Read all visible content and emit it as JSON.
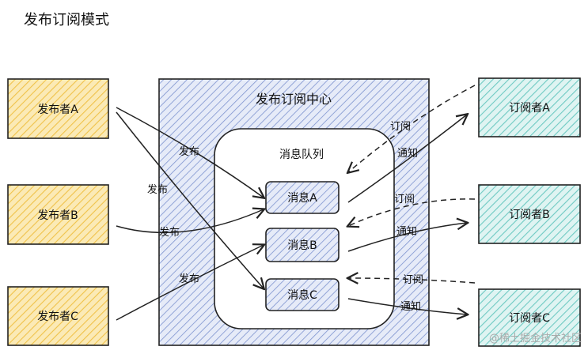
{
  "title": "发布订阅模式",
  "center": {
    "title": "发布订阅中心",
    "queue_title": "消息队列",
    "messages": [
      "消息A",
      "消息B",
      "消息C"
    ]
  },
  "publishers": [
    "发布者A",
    "发布者B",
    "发布者C"
  ],
  "subscribers": [
    "订阅者A",
    "订阅者B",
    "订阅者C"
  ],
  "edge_labels": {
    "publish": "发布",
    "subscribe": "订阅",
    "notify": "通知"
  },
  "watermark": "@稀土掘金技术社区",
  "colors": {
    "publisher_fill": "#f6d77e",
    "subscriber_fill": "#a7e0dc",
    "center_fill": "#b8c6e8",
    "message_fill": "#b8c6e8",
    "stroke": "#222222"
  }
}
